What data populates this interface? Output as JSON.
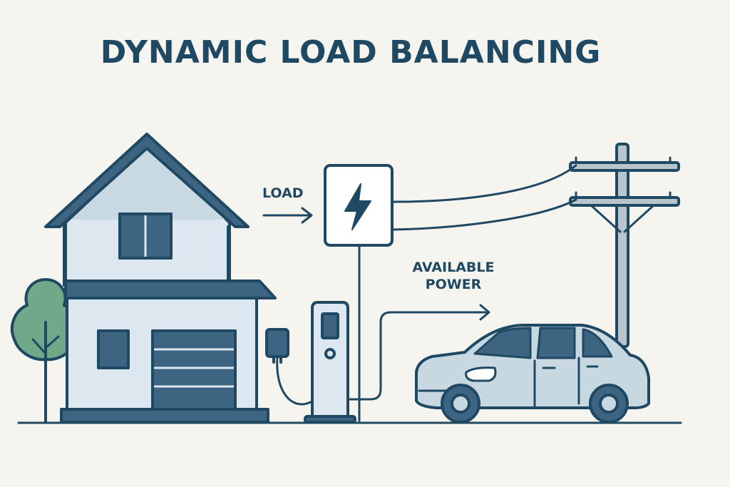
{
  "diagram": {
    "title": "DYNAMIC LOAD BALANCING",
    "labels": {
      "load": "LOAD",
      "available_line1": "AVAILABLE",
      "available_line2": "POWER"
    }
  },
  "colors": {
    "background": "#f6f4ee",
    "outline": "#1f4863",
    "house_wall": "#dde7ef",
    "roof": "#3d6581",
    "tree": "#6fa98a",
    "car_body": "#c8d8e0",
    "pole": "#b8c5cc"
  },
  "icons": [
    "lightning-bolt-icon",
    "house-icon",
    "tree-icon",
    "ev-charger-icon",
    "wall-outlet-icon",
    "utility-pole-icon",
    "car-icon",
    "arrow-right-icon"
  ]
}
